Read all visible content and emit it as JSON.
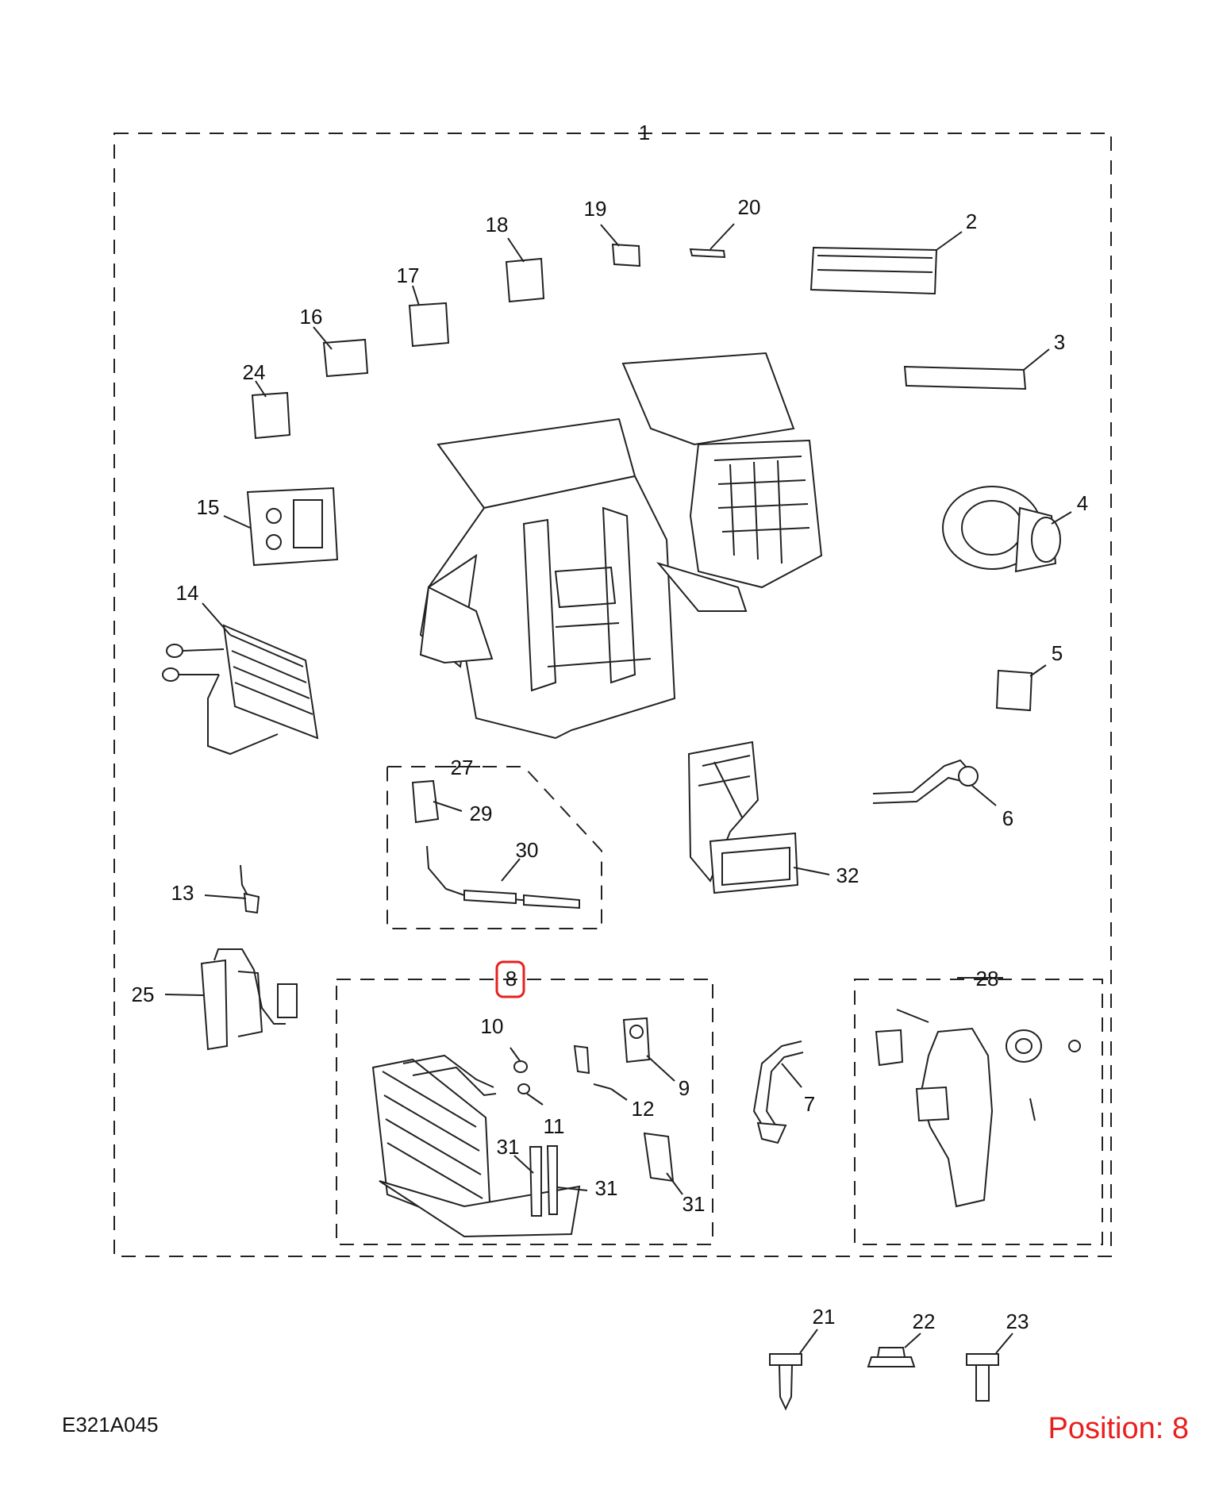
{
  "diagram_ref": "E321A045",
  "position": {
    "text": "Position: 8",
    "color": "#e8201e"
  },
  "highlight_color": "#e8201e",
  "callouts": [
    "1",
    "2",
    "3",
    "4",
    "5",
    "6",
    "7",
    "8",
    "9",
    "10",
    "11",
    "12",
    "13",
    "14",
    "15",
    "16",
    "17",
    "18",
    "19",
    "20",
    "21",
    "22",
    "23",
    "24",
    "25",
    "27",
    "28",
    "29",
    "30",
    "31",
    "32"
  ]
}
